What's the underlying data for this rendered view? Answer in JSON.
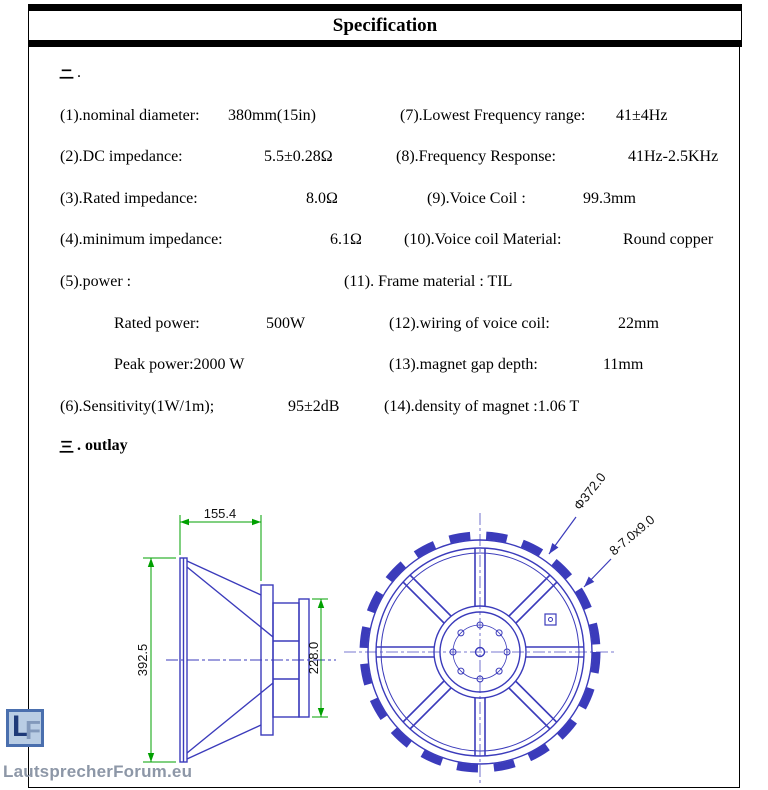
{
  "header": {
    "title": "Specification"
  },
  "sections": {
    "s2_suffix": ".",
    "s3_suffix": ". outlay"
  },
  "rows": [
    {
      "ll": "(1).nominal diameter:",
      "lv": "380mm(15in)",
      "rl": "(7).Lowest Frequency range:",
      "rv": "41±4Hz"
    },
    {
      "ll": "(2).DC impedance:",
      "lv": "5.5±0.28Ω",
      "rl": "(8).Frequency Response:",
      "rv": "41Hz-2.5KHz"
    },
    {
      "ll": "(3).Rated impedance:",
      "lv": "8.0Ω",
      "rl": "(9).Voice Coil :",
      "rv": "99.3mm"
    },
    {
      "ll": "(4).minimum impedance:",
      "lv": "6.1Ω",
      "rl": "(10).Voice coil Material:",
      "rv": "Round copper"
    },
    {
      "ll": "(5).power :",
      "lv": "",
      "rl": "(11). Frame material : TIL",
      "rv": ""
    },
    {
      "ll": "Rated power:",
      "lv": "500W",
      "rl": "(12).wiring of voice coil:",
      "rv": "22mm"
    },
    {
      "ll": "Peak power:2000 W",
      "lv": "",
      "rl": "(13).magnet gap depth:",
      "rv": "11mm"
    },
    {
      "ll": "(6).Sensitivity(1W/1m);",
      "lv": "95±2dB",
      "rl": "(14).density of magnet :1.06 T",
      "rv": ""
    }
  ],
  "drawing": {
    "dim_width": "155.4",
    "dim_height": "392.5",
    "dim_magnet": "228.0",
    "dim_diameter": "Φ372.0",
    "dim_holes": "8-7.0x9.0"
  },
  "watermark": {
    "logo_l": "L",
    "logo_f": "F",
    "site": "LautsprecherForum.eu"
  },
  "colors": {
    "drawing_line": "#3b3bbb",
    "dimension_line": "#00a000",
    "logo_border": "#4a6fae"
  }
}
